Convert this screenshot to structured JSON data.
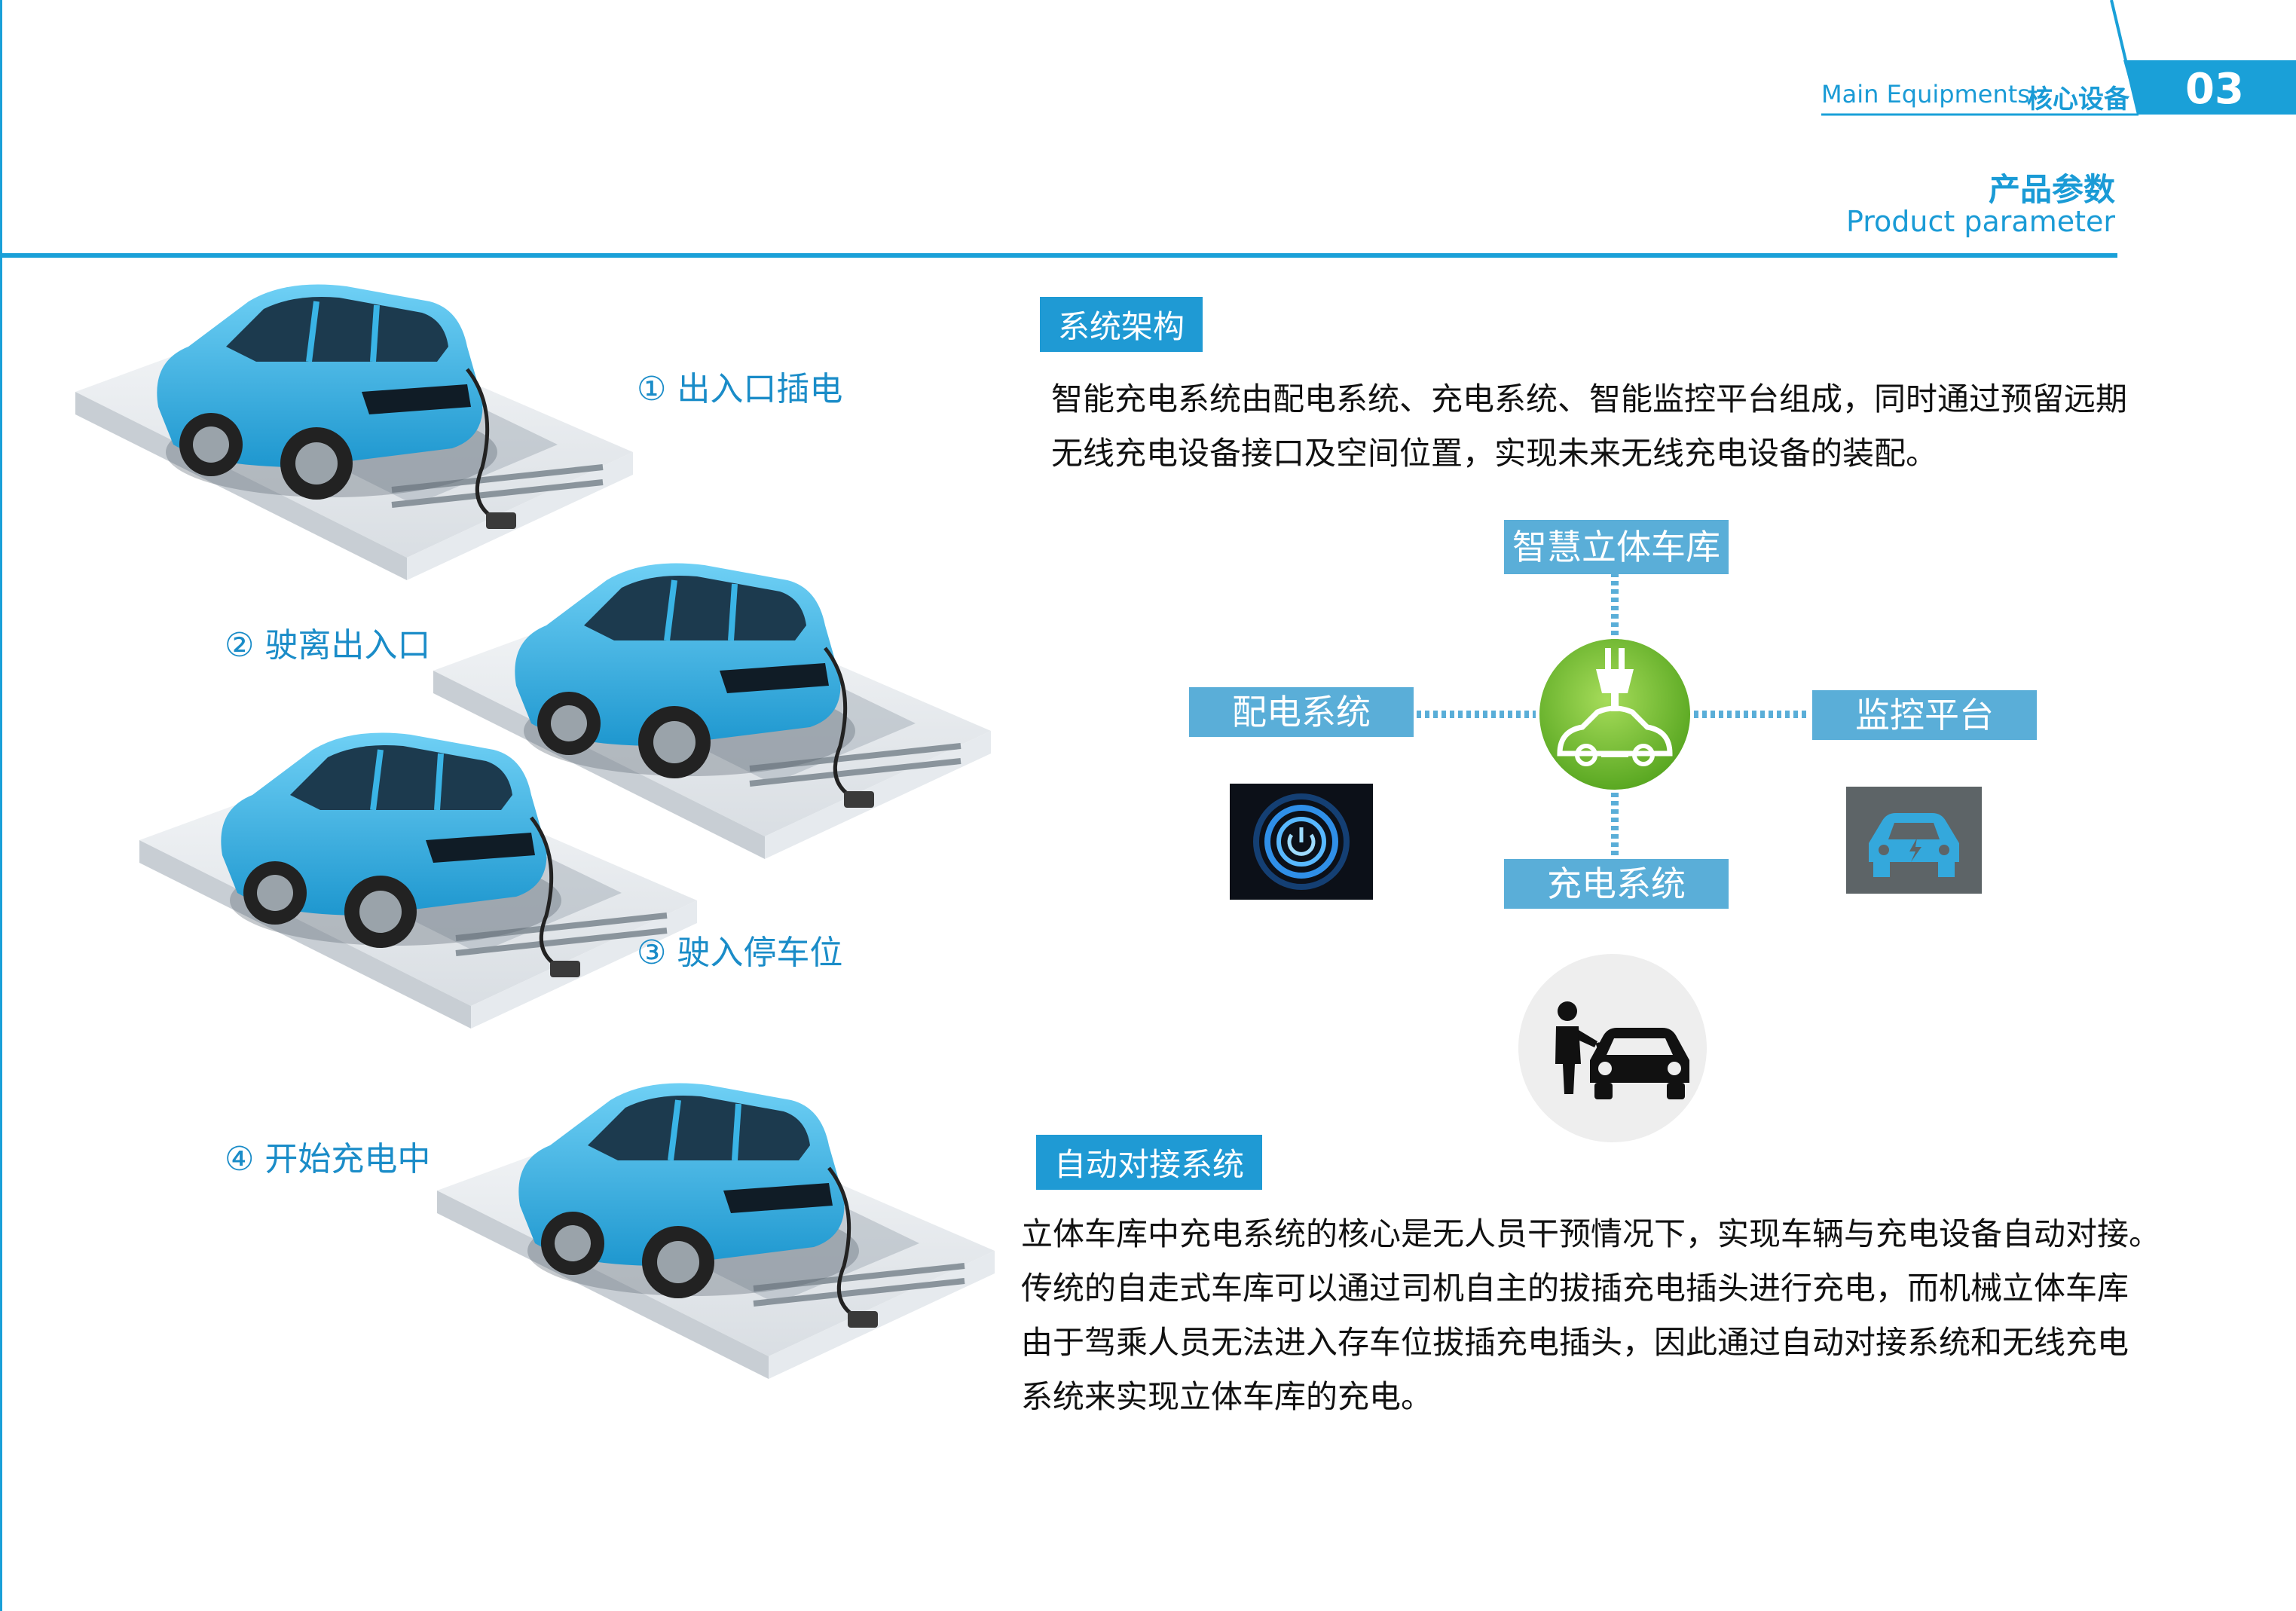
{
  "header": {
    "title_en": "Main Equipments",
    "title_cn": "核心设备",
    "page_number": "03",
    "section_cn": "产品参数",
    "section_en": "Product parameter"
  },
  "steps": [
    {
      "label": "① 出入口插电"
    },
    {
      "label": "② 驶离出入口"
    },
    {
      "label": "③ 驶入停车位"
    },
    {
      "label": "④ 开始充电中"
    }
  ],
  "architecture": {
    "tag": "系统架构",
    "paragraph": [
      "智能充电系统由配电系统、充电系统、智能监控平台组成，同时通过预留远期",
      "无线充电设备接口及空间位置，实现未来无线充电设备的装配。"
    ],
    "diagram": {
      "top": "智慧立体车库",
      "left": "配电系统",
      "right": "监控平台",
      "bottom": "充电系统"
    }
  },
  "docking": {
    "tag": "自动对接系统",
    "paragraph": [
      "立体车库中充电系统的核心是无人员干预情况下，实现车辆与充电设备自动对接。",
      "传统的自走式车库可以通过司机自主的拔插充电插头进行充电，而机械立体车库",
      "由于驾乘人员无法进入存车位拔插充电插头，因此通过自动对接系统和无线充电",
      "系统来实现立体车库的充电。"
    ]
  },
  "colors": {
    "accent": "#1aa0d8",
    "car": "#3ab4e6",
    "box": "#5aaed8",
    "hub": "#7cc43a"
  },
  "icons": [
    "power-button-icon",
    "electric-car-icon",
    "charging-plug-car-icon",
    "person-charging-car-icon"
  ]
}
